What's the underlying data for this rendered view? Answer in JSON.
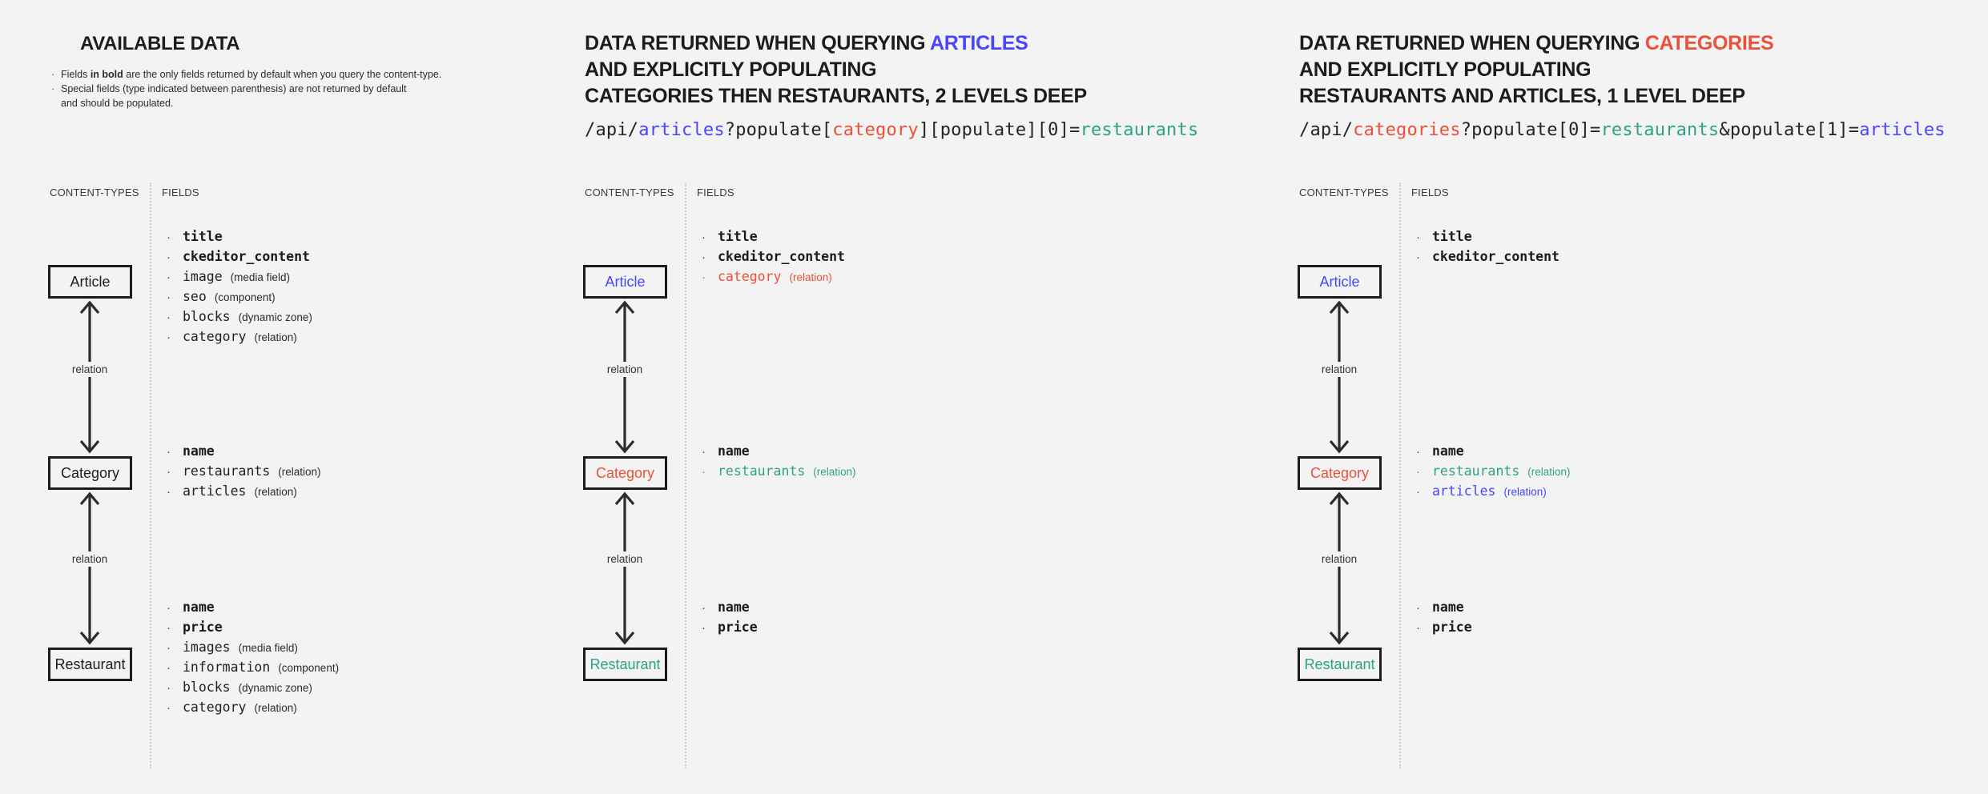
{
  "colors": {
    "background": "#f3f3f3",
    "ink": "#1c1c1c",
    "blue": "#4945ff",
    "red": "#ec5039",
    "teal": "#2aa387",
    "arrow": "#2c2c2c",
    "divider": "#cccccc"
  },
  "panels": [
    {
      "key": "available-data",
      "title_lines": [
        [
          {
            "t": "AVAILABLE DATA"
          }
        ]
      ],
      "notes": [
        [
          {
            "t": "Fields "
          },
          {
            "t": "in bold",
            "b": true
          },
          {
            "t": " are the only fields returned by default when you query the content-type."
          }
        ],
        [
          {
            "t": "Special fields (type indicated between parenthesis) are not returned by default"
          },
          {
            "br": true
          },
          {
            "t": "and should be populated."
          }
        ]
      ],
      "columns": {
        "left": "CONTENT-TYPES",
        "right": "FIELDS"
      },
      "nodes": [
        {
          "label": "Article",
          "color": "ink",
          "fields": [
            {
              "name": "title",
              "bold": true
            },
            {
              "name": "ckeditor_content",
              "bold": true
            },
            {
              "name": "image",
              "type": "(media field)"
            },
            {
              "name": "seo",
              "type": "(component)"
            },
            {
              "name": "blocks",
              "type": "(dynamic zone)"
            },
            {
              "name": "category",
              "type": "(relation)"
            }
          ]
        },
        {
          "label": "Category",
          "color": "ink",
          "fields": [
            {
              "name": "name",
              "bold": true
            },
            {
              "name": "restaurants",
              "type": "(relation)"
            },
            {
              "name": "articles",
              "type": "(relation)"
            }
          ]
        },
        {
          "label": "Restaurant",
          "color": "ink",
          "fields": [
            {
              "name": "name",
              "bold": true
            },
            {
              "name": "price",
              "bold": true
            },
            {
              "name": "images",
              "type": "(media field)"
            },
            {
              "name": "information",
              "type": "(component)"
            },
            {
              "name": "blocks",
              "type": "(dynamic zone)"
            },
            {
              "name": "category",
              "type": "(relation)"
            }
          ]
        }
      ],
      "edge_labels": [
        "relation",
        "relation"
      ]
    },
    {
      "key": "query-articles",
      "title_lines": [
        [
          {
            "t": "DATA RETURNED WHEN QUERYING "
          },
          {
            "t": "ARTICLES",
            "c": "blue"
          }
        ],
        [
          {
            "t": "AND EXPLICITLY POPULATING"
          }
        ],
        [
          {
            "t": "CATEGORIES THEN RESTAURANTS, 2 LEVELS DEEP"
          }
        ]
      ],
      "url": [
        {
          "t": "/api/"
        },
        {
          "t": "articles",
          "c": "blue"
        },
        {
          "t": "?populate["
        },
        {
          "t": "category",
          "c": "red"
        },
        {
          "t": "][populate][0]="
        },
        {
          "t": "restaurants",
          "c": "teal"
        }
      ],
      "columns": {
        "left": "CONTENT-TYPES",
        "right": "FIELDS"
      },
      "nodes": [
        {
          "label": "Article",
          "color": "blue",
          "fields": [
            {
              "name": "title",
              "bold": true
            },
            {
              "name": "ckeditor_content",
              "bold": true
            },
            {
              "name": "category",
              "type": "(relation)",
              "c": "red"
            }
          ]
        },
        {
          "label": "Category",
          "color": "red",
          "fields": [
            {
              "name": "name",
              "bold": true
            },
            {
              "name": "restaurants",
              "type": "(relation)",
              "c": "teal"
            }
          ]
        },
        {
          "label": "Restaurant",
          "color": "teal",
          "fields": [
            {
              "name": "name",
              "bold": true
            },
            {
              "name": "price",
              "bold": true
            }
          ]
        }
      ],
      "edge_labels": [
        "relation",
        "relation"
      ]
    },
    {
      "key": "query-categories",
      "title_lines": [
        [
          {
            "t": "DATA RETURNED WHEN QUERYING "
          },
          {
            "t": "CATEGORIES",
            "c": "red"
          }
        ],
        [
          {
            "t": "AND EXPLICITLY POPULATING"
          }
        ],
        [
          {
            "t": "RESTAURANTS AND ARTICLES, 1 LEVEL DEEP"
          }
        ]
      ],
      "url": [
        {
          "t": "/api/"
        },
        {
          "t": "categories",
          "c": "red"
        },
        {
          "t": "?populate[0]="
        },
        {
          "t": "restaurants",
          "c": "teal"
        },
        {
          "t": "&populate[1]="
        },
        {
          "t": "articles",
          "c": "blue"
        }
      ],
      "columns": {
        "left": "CONTENT-TYPES",
        "right": "FIELDS"
      },
      "nodes": [
        {
          "label": "Article",
          "color": "blue",
          "fields": [
            {
              "name": "title",
              "bold": true
            },
            {
              "name": "ckeditor_content",
              "bold": true
            }
          ]
        },
        {
          "label": "Category",
          "color": "red",
          "fields": [
            {
              "name": "name",
              "bold": true
            },
            {
              "name": "restaurants",
              "type": "(relation)",
              "c": "teal"
            },
            {
              "name": "articles",
              "type": "(relation)",
              "c": "blue"
            }
          ]
        },
        {
          "label": "Restaurant",
          "color": "teal",
          "fields": [
            {
              "name": "name",
              "bold": true
            },
            {
              "name": "price",
              "bold": true
            }
          ]
        }
      ],
      "edge_labels": [
        "relation",
        "relation"
      ]
    }
  ]
}
